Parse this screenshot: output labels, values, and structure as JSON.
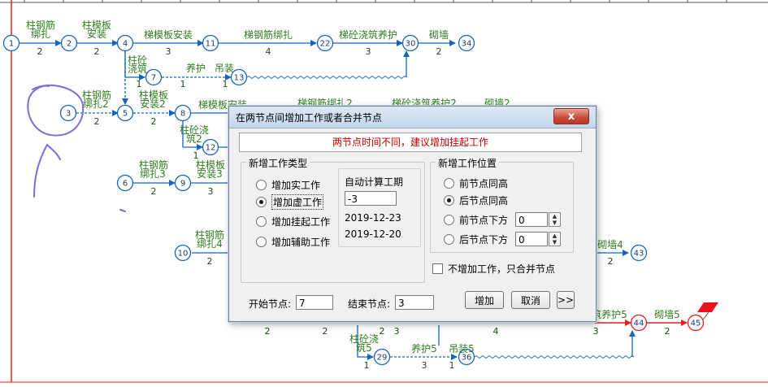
{
  "network": {
    "nodes": [
      "1",
      "2",
      "4",
      "11",
      "22",
      "30",
      "34",
      "7",
      "13",
      "3",
      "5",
      "8",
      "12",
      "6",
      "9",
      "10",
      "43",
      "29",
      "36",
      "44",
      "45"
    ],
    "labels": {
      "l1a": "柱钢筋",
      "l1b": "绑扎",
      "l2a": "柱模板",
      "l2b": "安装",
      "l3": "梯模板安装",
      "l4": "梯钢筋绑扎",
      "l5": "梯砼浇筑养护",
      "l6": "砌墙",
      "l7a": "柱砼",
      "l7b": "浇筑",
      "l8": "养护",
      "l9": "吊装",
      "l10a": "柱钢筋",
      "l10b": "绑扎2",
      "l11a": "柱模板",
      "l11b": "安装2",
      "l12": "梯模板安装",
      "l13": "梯钢筋绑扎2",
      "l14": "梯砼浇筑养护2",
      "l15": "砌墙2",
      "l16a": "柱砼浇",
      "l16b": "筑2",
      "l17a": "柱钢筋",
      "l17b": "绑扎3",
      "l18a": "柱模板",
      "l18b": "安装3",
      "l19a": "柱钢筋",
      "l19b": "绑扎4",
      "l20": "砌墙4",
      "l21": "筑养护5",
      "l22": "砌墙5",
      "l23a": "柱砼浇",
      "l23b": "筑5",
      "l24": "养护5",
      "l25": "吊装5"
    },
    "durations": {
      "d1": "2",
      "d2": "2",
      "d3": "3",
      "d4": "4",
      "d5": "3",
      "d6": "2",
      "d7": "1",
      "d8": "1",
      "d9": "1",
      "d10": "2",
      "d11": "2",
      "d12": "1",
      "d13": "2",
      "d14": "3",
      "d15": "2",
      "d16": "2",
      "d17": "2",
      "d18": "2",
      "d19": "2",
      "d20": "3",
      "d21": "4",
      "d22": "3",
      "d23": "2",
      "d24": "1",
      "d25": "3",
      "d26": "1"
    }
  },
  "dialog": {
    "title": "在两节点间增加工作或者合并节点",
    "close_label": "x",
    "message": "两节点时间不同，建议增加挂起工作",
    "type_group": {
      "title": "新增工作类型",
      "options": [
        "增加实工作",
        "增加虚工作",
        "增加挂起工作",
        "增加辅助工作"
      ],
      "selected": "增加虚工作"
    },
    "auto_calc": {
      "label": "自动计算工期",
      "value": "-3",
      "date1": "2019-12-23",
      "date2": "2019-12-20"
    },
    "position_group": {
      "title": "新增工作位置",
      "options": [
        "前节点同高",
        "后节点同高",
        "前节点下方",
        "后节点下方"
      ],
      "selected": "后节点同高",
      "below_prev_value": "0",
      "below_next_value": "0"
    },
    "merge_checkbox_label": "不增加工作，只合并节点",
    "start_node_label": "开始节点:",
    "start_node_value": "7",
    "end_node_label": "结束节点:",
    "end_node_value": "3",
    "add_button": "增加",
    "cancel_button": "取消",
    "more_button": ">>"
  }
}
